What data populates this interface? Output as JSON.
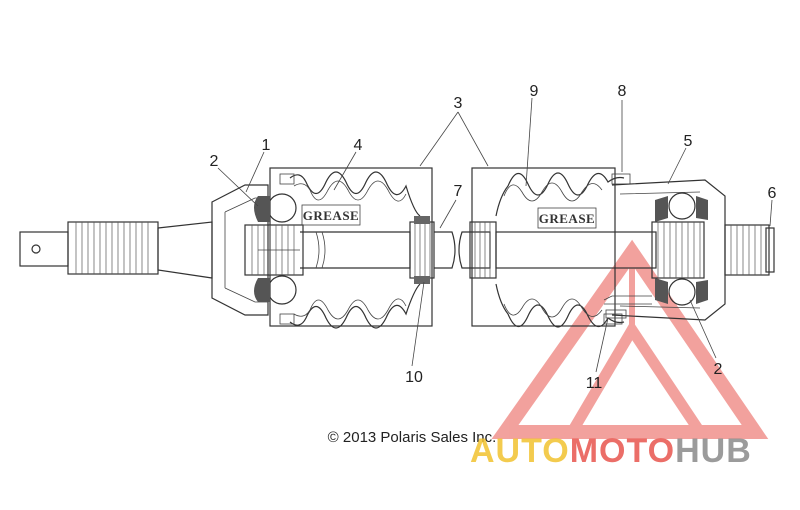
{
  "diagram": {
    "callouts": [
      "1",
      "2",
      "3",
      "4",
      "5",
      "6",
      "7",
      "8",
      "9",
      "10",
      "11",
      "2"
    ],
    "grease_labels": [
      "GREASE",
      "GREASE"
    ],
    "copyright": "© 2013 Polaris Sales Inc."
  },
  "watermark": {
    "part1": "AUTO",
    "part2": "MOTO",
    "part3": "HUB",
    "colors": {
      "gold": "#f2c230",
      "red": "#e8554e",
      "gray": "#8a8a8a"
    }
  }
}
